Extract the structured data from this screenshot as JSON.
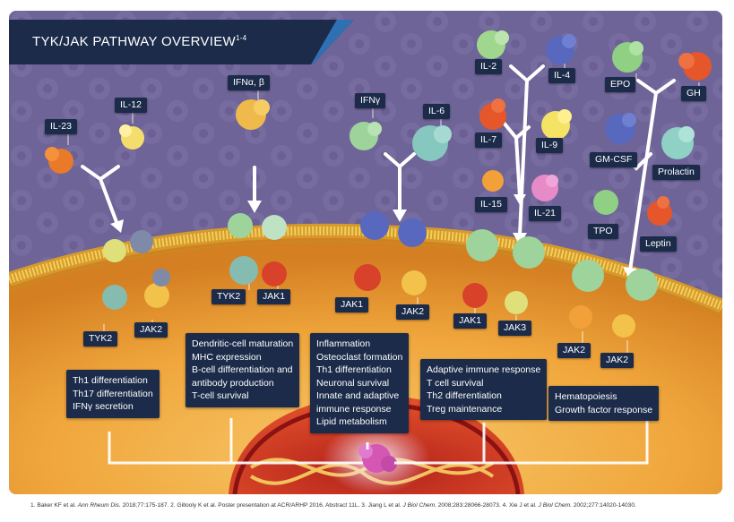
{
  "title": {
    "text": "TYK/JAK PATHWAY OVERVIEW",
    "sup": "1-4"
  },
  "cytokines": {
    "il23": "IL-23",
    "il12": "IL-12",
    "ifnab": "IFNα, β",
    "ifng": "IFNγ",
    "il6": "IL-6",
    "il2": "IL-2",
    "il4": "IL-4",
    "il7": "IL-7",
    "il9": "IL-9",
    "il15": "IL-15",
    "il21": "IL-21",
    "epo": "EPO",
    "gh": "GH",
    "gmcsf": "GM-CSF",
    "prolactin": "Prolactin",
    "tpo": "TPO",
    "leptin": "Leptin"
  },
  "kinases": {
    "tyk2_a": "TYK2",
    "jak2_a": "JAK2",
    "tyk2_b": "TYK2",
    "jak1_b": "JAK1",
    "jak1_c": "JAK1",
    "jak2_c": "JAK2",
    "jak1_d": "JAK1",
    "jak3_d": "JAK3",
    "jak2_e": "JAK2",
    "jak2_f": "JAK2"
  },
  "effects": {
    "group1": [
      "Th1 differentiation",
      "Th17 differentiation",
      "IFNγ secretion"
    ],
    "group2": [
      "Dendritic-cell maturation",
      "MHC expression",
      "B-cell differentiation and",
      "antibody production",
      "T-cell survival"
    ],
    "group3": [
      "Inflammation",
      "Osteoclast formation",
      "Th1 differentiation",
      "Neuronal survival",
      "Innate and adaptive",
      "immune response",
      "Lipid metabolism"
    ],
    "group4": [
      "Adaptive immune response",
      "T cell survival",
      "Th2 differentiation",
      "Treg maintenance"
    ],
    "group5": [
      "Hematopoiesis",
      "Growth factor response"
    ]
  },
  "references": {
    "r1_pre": "1. Baker KF et al. ",
    "r1_journal": "Ann Rheum Dis.",
    "r1_post": " 2018;77:175-187.",
    "r2": "  2. Gillooly K et al. Poster presentation at ACR/ARHP 2016. Abstract 11L.",
    "r3_pre": "  3. Jiang L et al. ",
    "r3_journal": "J Biol Chem.",
    "r3_post": " 2008;283:28066-28073.",
    "r4_pre": "  4. Xie J et al. ",
    "r4_journal": "J Biol Chem.",
    "r4_post": " 2002;277:14020-14030."
  },
  "colors": {
    "label_bg": "#1b2b49",
    "accent_blue": "#2f70b5",
    "background_purple": "#6e6196",
    "cell_orange": "#f2a541",
    "membrane_yellow": "#e8b93a"
  }
}
